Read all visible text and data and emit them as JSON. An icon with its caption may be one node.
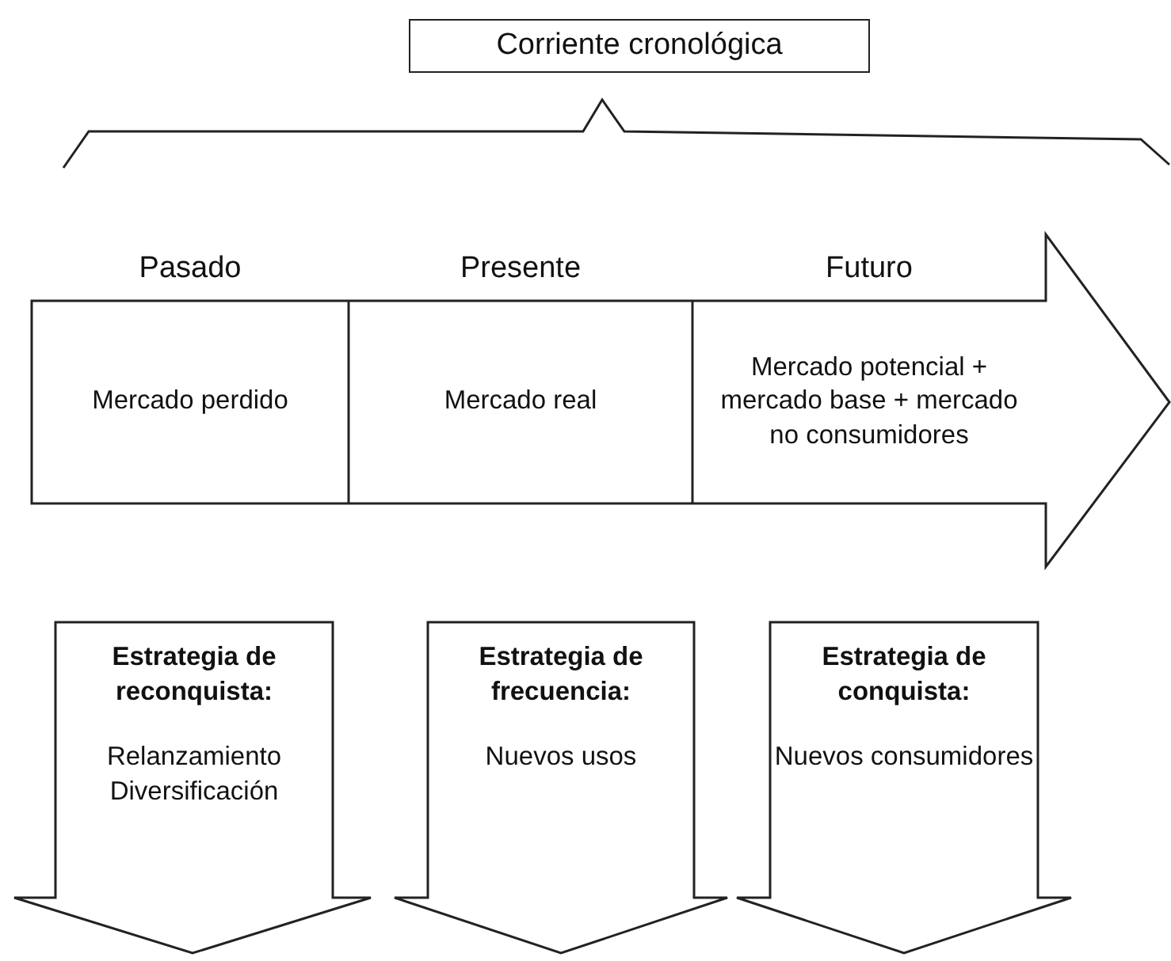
{
  "diagram": {
    "nodes": [
      {
        "text": [
          "Corriente cronológica"
        ]
      },
      {
        "text": [
          "Pasado",
          "Mercado perdido"
        ]
      },
      {
        "text": [
          "Presente",
          "Mercado real"
        ]
      },
      {
        "text": [
          "Futuro",
          "Mercado potencial + mercado base + mercado no consumidores"
        ]
      },
      {
        "text": [
          "Estrategia de reconquista:",
          "Relanzamiento Diversificación"
        ]
      },
      {
        "text": [
          "Estrategia de frecuencia:",
          "Nuevos usos"
        ]
      },
      {
        "text": [
          "Estrategia de conquista:",
          "Nuevos consumidores"
        ]
      }
    ]
  }
}
